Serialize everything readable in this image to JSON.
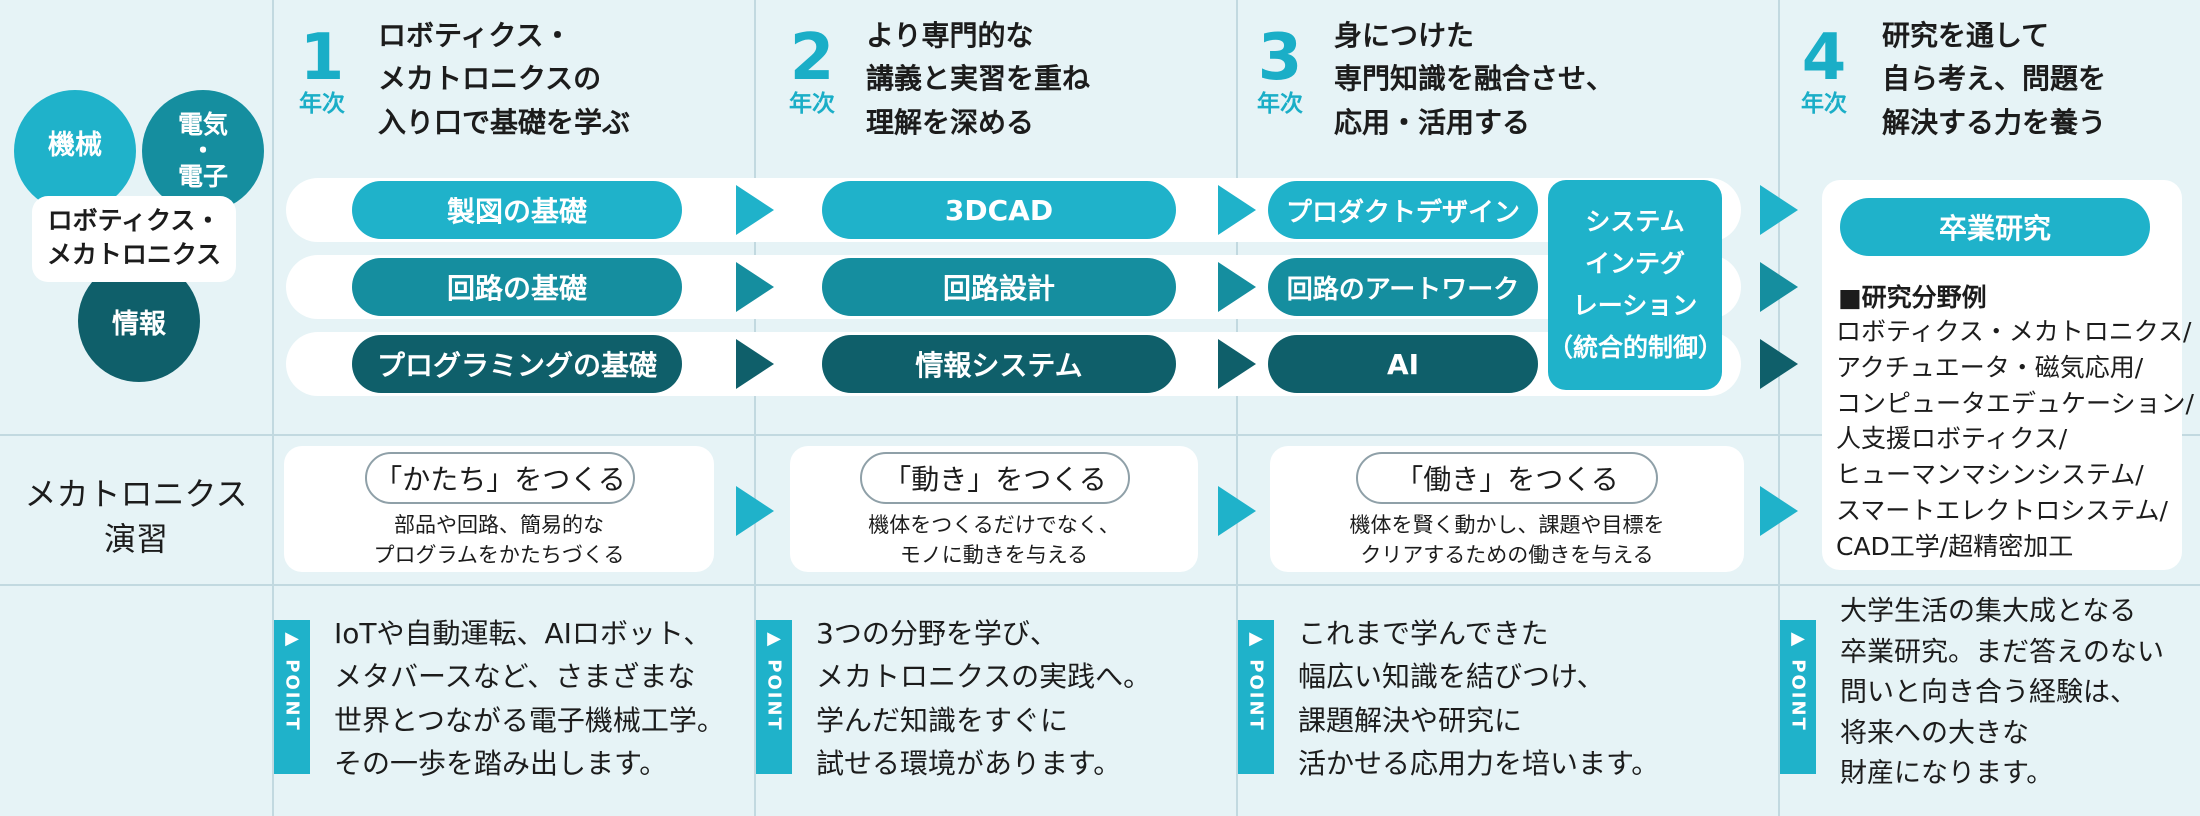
{
  "fields": {
    "mech": "機械",
    "elec": "電気\n・\n電子",
    "info": "情報",
    "robo": "ロボティクス・\nメカトロニクス"
  },
  "row_label": "メカトロニクス\n演習",
  "years": [
    {
      "num": "1",
      "word": "年次",
      "head": "ロボティクス・\nメカトロニクスの\n入り口で基礎を学ぶ"
    },
    {
      "num": "2",
      "word": "年次",
      "head": "より専門的な\n講義と実習を重ね\n理解を深める"
    },
    {
      "num": "3",
      "word": "年次",
      "head": "身につけた\n専門知識を融合させ、\n応用・活用する"
    },
    {
      "num": "4",
      "word": "年次",
      "head": "研究を通して\n自ら考え、問題を\n解決する力を養う"
    }
  ],
  "courses": {
    "y1": [
      "製図の基礎",
      "回路の基礎",
      "プログラミングの基礎"
    ],
    "y2": [
      "3DCAD",
      "回路設計",
      "情報システム"
    ],
    "y3": [
      "プロダクトデザイン",
      "回路のアートワーク",
      "AI"
    ],
    "system": "システム\nインテグ\nレーション\n（統合的制御）"
  },
  "research": {
    "label": "卒業研究",
    "title": "■研究分野例",
    "body": "ロボティクス・メカトロニクス/\nアクチュエータ・磁気応用/\nコンピュータエデュケーション/\n人支援ロボティクス/\nヒューマンマシンシステム/\nスマートエレクトロシステム/\nCAD工学/超精密加工"
  },
  "exercises": [
    {
      "label": "「かたち」をつくる",
      "desc": "部品や回路、簡易的な\nプログラムをかたちづくる"
    },
    {
      "label": "「動き」をつくる",
      "desc": "機体をつくるだけでなく、\nモノに動きを与える"
    },
    {
      "label": "「働き」をつくる",
      "desc": "機体を賢く動かし、課題や目標を\nクリアするための働きを与える"
    }
  ],
  "point_label": "▶ POINT",
  "points": [
    "IoTや自動運転、AIロボット、\nメタバースなど、さまざまな\n世界とつながる電子機械工学。\nその一歩を踏み出します。",
    "3つの分野を学び、\nメカトロニクスの実践へ。\n学んだ知識をすぐに\n試せる環境があります。",
    "これまで学んできた\n幅広い知識を結びつけ、\n課題解決や研究に\n活かせる応用力を培います。",
    "大学生活の集大成となる\n卒業研究。まだ答えのない\n問いと向き合う経験は、\n将来への大きな\n財産になります。"
  ],
  "colors": {
    "accent": "#1fb2ca",
    "mid": "#158e9f",
    "dark": "#0f5f6a",
    "bg": "#e6f3f6"
  }
}
